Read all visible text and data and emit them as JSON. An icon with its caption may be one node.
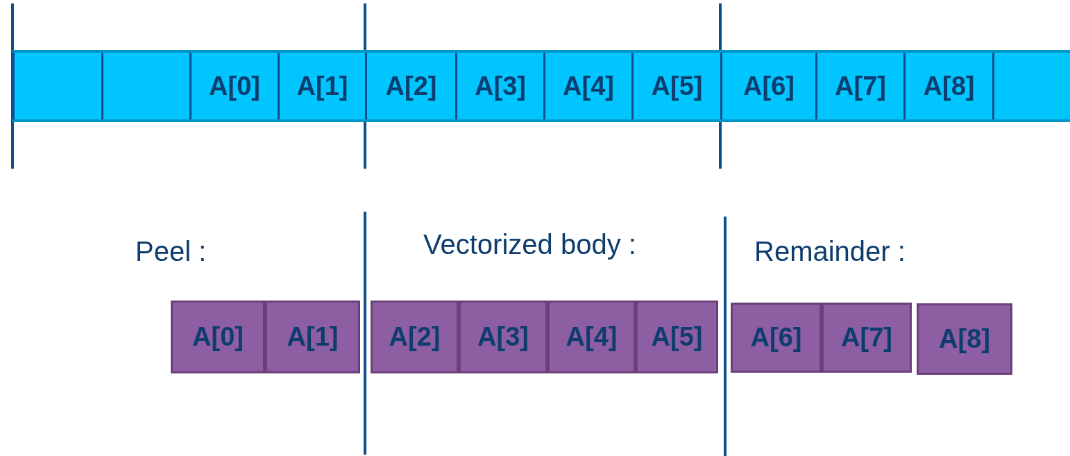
{
  "diagram": {
    "nodes": [
      {
        "text": [],
        "shape": "bar"
      },
      {
        "text": [],
        "shape": "box",
        "in": 0
      },
      {
        "text": [],
        "shape": "box",
        "in": 0
      },
      {
        "text": [
          "A[0]"
        ],
        "in": 0
      },
      {
        "text": [
          "A[1]"
        ],
        "in": 0
      },
      {
        "text": [
          "A[2]"
        ],
        "in": 0
      },
      {
        "text": [
          "A[3]"
        ],
        "in": 0
      },
      {
        "text": [
          "A[4]"
        ],
        "in": 0
      },
      {
        "text": [
          "A[5]"
        ],
        "in": 0
      },
      {
        "text": [
          "A[6]"
        ],
        "in": 0
      },
      {
        "text": [
          "A[7]"
        ],
        "in": 0
      },
      {
        "text": [
          "A[8]"
        ],
        "in": 0
      },
      {
        "text": [],
        "shape": "box",
        "in": 0
      },
      {
        "text": [
          "A[0]"
        ]
      },
      {
        "text": [
          "A[1]"
        ]
      },
      {
        "text": [
          "A[2]"
        ]
      },
      {
        "text": [
          "A[3]"
        ]
      },
      {
        "text": [
          "A[4]"
        ]
      },
      {
        "text": [
          "A[5]"
        ]
      },
      {
        "text": [
          "A[6]"
        ]
      },
      {
        "text": [
          "A[7]"
        ]
      },
      {
        "text": [
          "A[8]"
        ]
      }
    ],
    "labels": [
      "Vectorized body :",
      "Peel :",
      "Remainder :"
    ]
  }
}
